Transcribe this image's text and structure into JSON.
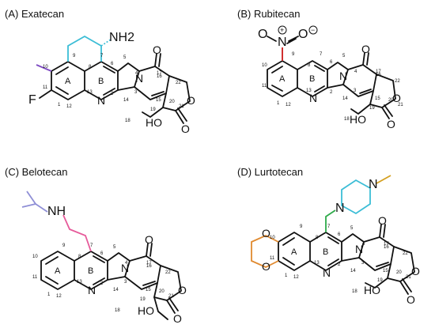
{
  "panels": {
    "a": {
      "title": "(A)  Exatecan",
      "amine": "NH2",
      "fluoro": "F",
      "nitrogen": "N",
      "hydroxyl": "HO"
    },
    "b": {
      "title": "(B)  Rubitecan",
      "nitro_n": "N",
      "nitro_o": "O",
      "nitro_o_minus": "O",
      "hydroxyl": "HO"
    },
    "c": {
      "title": "(C)  Belotecan",
      "amine": "NH",
      "nitrogen": "N",
      "hydroxyl": "HO"
    },
    "d": {
      "title": "(D)  Lurtotecan",
      "pip_n1": "N",
      "pip_n2": "N",
      "ox1": "O",
      "ox2": "O",
      "hydroxyl": "HO"
    }
  },
  "labels": {
    "ringA": "A",
    "ringB": "B",
    "carbonyl": "O",
    "lactoneO": "O",
    "charge_plus": "+",
    "charge_minus": "−"
  },
  "atom_numbers": [
    "1",
    "2",
    "3",
    "4",
    "5",
    "6",
    "7",
    "8",
    "9",
    "10",
    "11",
    "12",
    "13",
    "14",
    "15",
    "16",
    "17",
    "18",
    "19",
    "20",
    "21",
    "22"
  ],
  "colors": {
    "exatecan_ring": "#3bbdd6",
    "exatecan_methyl": "#7e4bc2",
    "nitro_bond": "#d03030",
    "belotecan_chain": "#e65a9a",
    "belotecan_isopropyl": "#8f8fd6",
    "lurtotecan_linker": "#2eaa4a",
    "lurtotecan_piperazine": "#3bbdd6",
    "lurtotecan_methyl": "#d4a020",
    "lurtotecan_dioxane": "#e08a30"
  }
}
